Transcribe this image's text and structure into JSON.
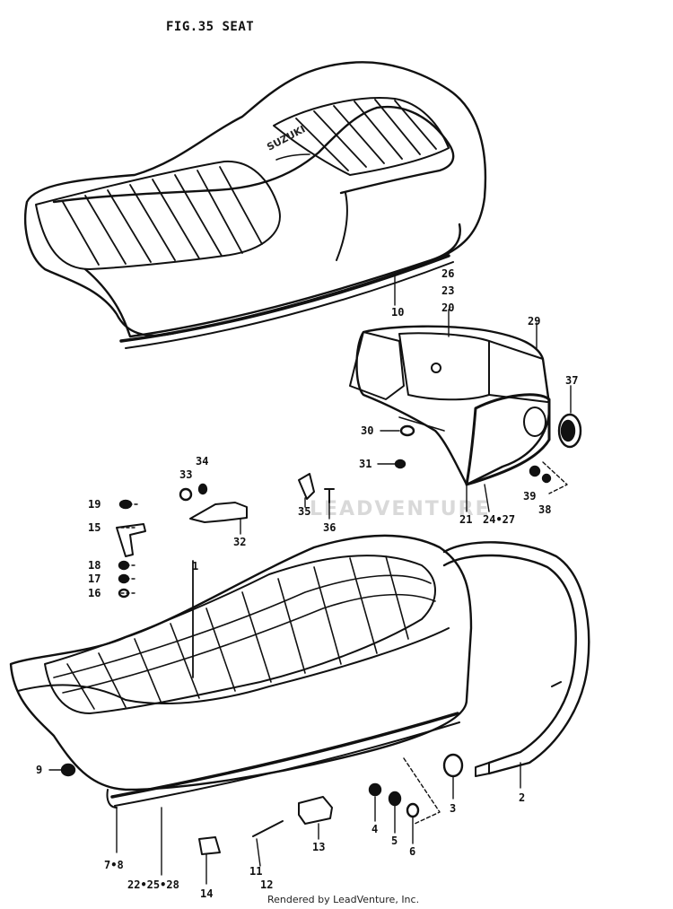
{
  "figure": {
    "title": "FIG.35  SEAT"
  },
  "footer": "Rendered by LeadVenture, Inc.",
  "watermark": "LEADVENTURE",
  "seat_logo": "SUZUKI",
  "callouts": {
    "c1": "1",
    "c2": "2",
    "c3": "3",
    "c4": "4",
    "c5": "5",
    "c6": "6",
    "c7_8": "7•8",
    "c9": "9",
    "c10": "10",
    "c11": "11",
    "c12": "12",
    "c13": "13",
    "c14": "14",
    "c15": "15",
    "c16": "16",
    "c17": "17",
    "c18": "18",
    "c19": "19",
    "c20": "20",
    "c21": "21",
    "c23": "23",
    "c24_27": "24•27",
    "c26": "26",
    "c29": "29",
    "c30": "30",
    "c31": "31",
    "c32": "32",
    "c33": "33",
    "c34": "34",
    "c35": "35",
    "c36": "36",
    "c37": "37",
    "c38": "38",
    "c39": "39",
    "c22_25_28": "22•25•28"
  }
}
